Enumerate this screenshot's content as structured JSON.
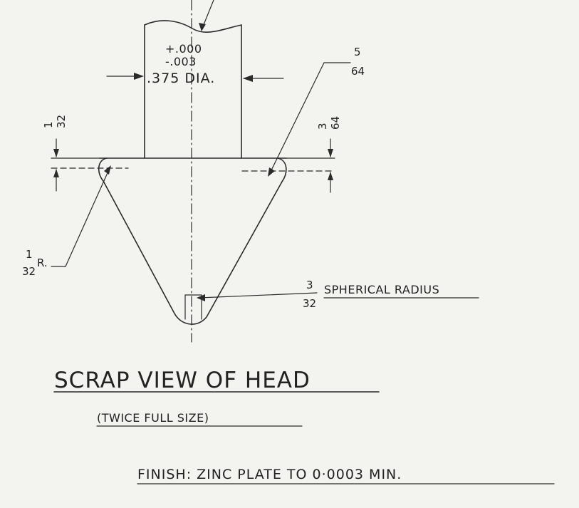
{
  "tolerance": {
    "plus": "+.000",
    "minus": "-.003"
  },
  "shank_dia": ".375 DIA.",
  "fillet_top": {
    "num": "5",
    "den": "64"
  },
  "offset_left": {
    "num": "1",
    "den": "32"
  },
  "offset_right": {
    "num": "3",
    "den": "64"
  },
  "tip_radius": {
    "num": "1",
    "den": "32",
    "suffix": "R."
  },
  "spherical": {
    "num": "3",
    "den": "32",
    "label": "SPHERICAL RADIUS"
  },
  "title": "SCRAP VIEW OF HEAD",
  "subtitle": "(TWICE FULL SIZE)",
  "finish_note": "FINISH: ZINC PLATE TO 0·0003 MIN."
}
